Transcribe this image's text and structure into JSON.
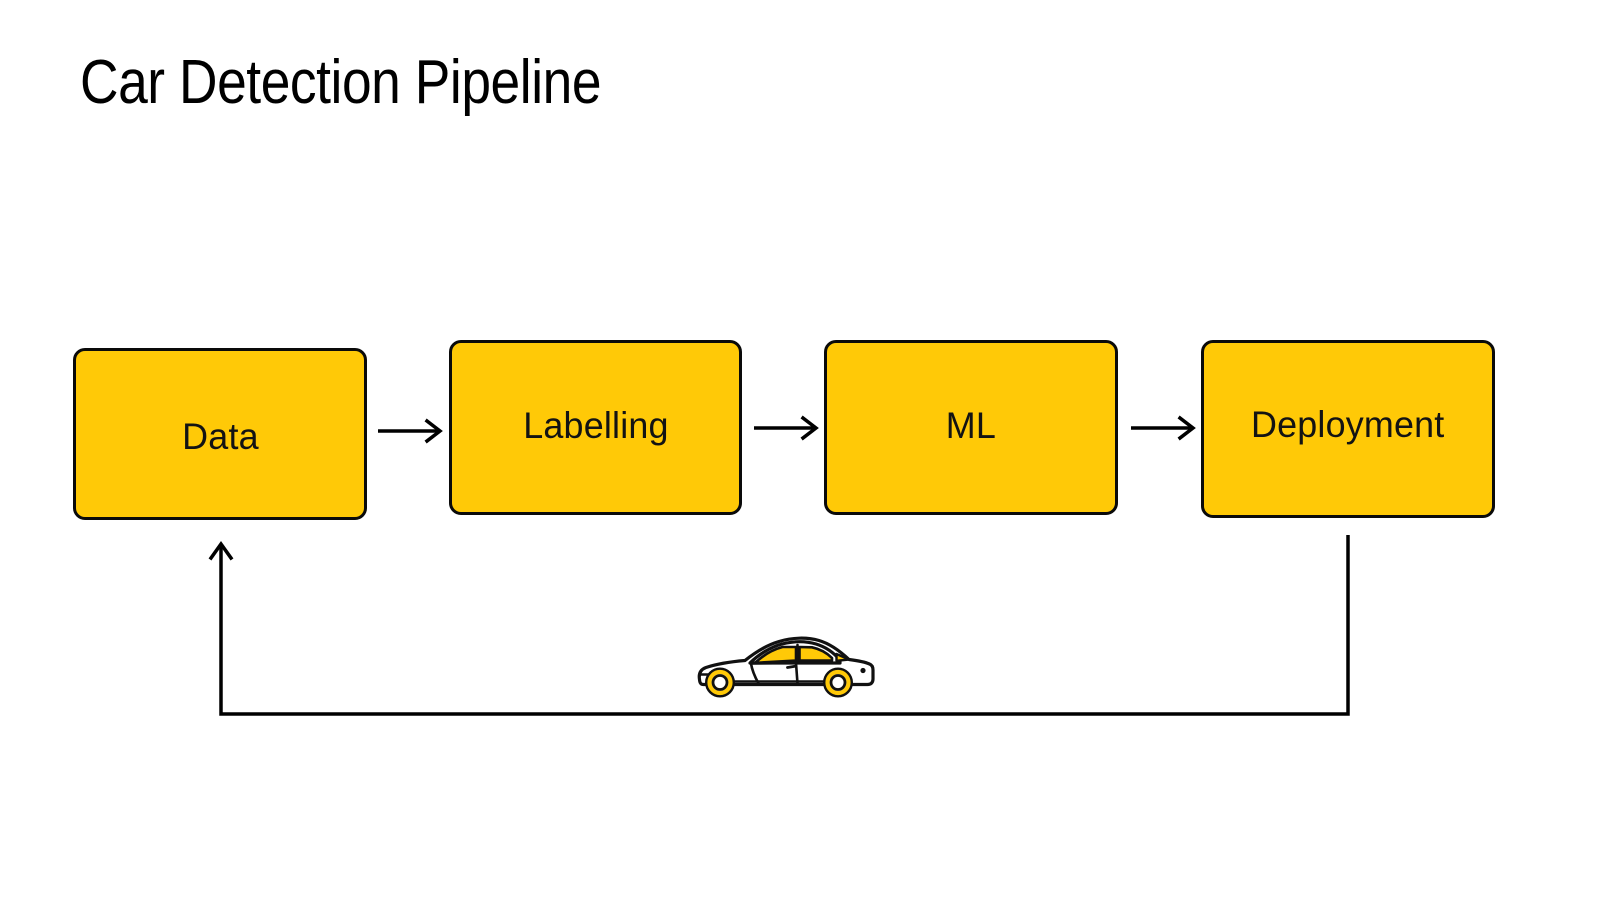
{
  "page": {
    "title": "Car Detection Pipeline",
    "background_color": "#ffffff",
    "accent_color": "#FFC907",
    "line_color": "#000000"
  },
  "diagram": {
    "type": "flowchart",
    "orientation": "left-to-right",
    "stages": [
      {
        "id": "data",
        "label": "Data"
      },
      {
        "id": "labelling",
        "label": "Labelling"
      },
      {
        "id": "ml",
        "label": "ML"
      },
      {
        "id": "deployment",
        "label": "Deployment"
      }
    ],
    "connectors": [
      {
        "from": "data",
        "to": "labelling",
        "style": "arrow"
      },
      {
        "from": "labelling",
        "to": "ml",
        "style": "arrow"
      },
      {
        "from": "ml",
        "to": "deployment",
        "style": "arrow"
      },
      {
        "from": "deployment",
        "to": "data",
        "style": "feedback-loop-arrow"
      }
    ],
    "decoration": {
      "name": "car-illustration",
      "description": "side view sports car outline",
      "body_color": "#ffffff",
      "window_color": "#FFC907",
      "wheel_rim_color": "#FFC907",
      "outline_color": "#111111"
    }
  }
}
